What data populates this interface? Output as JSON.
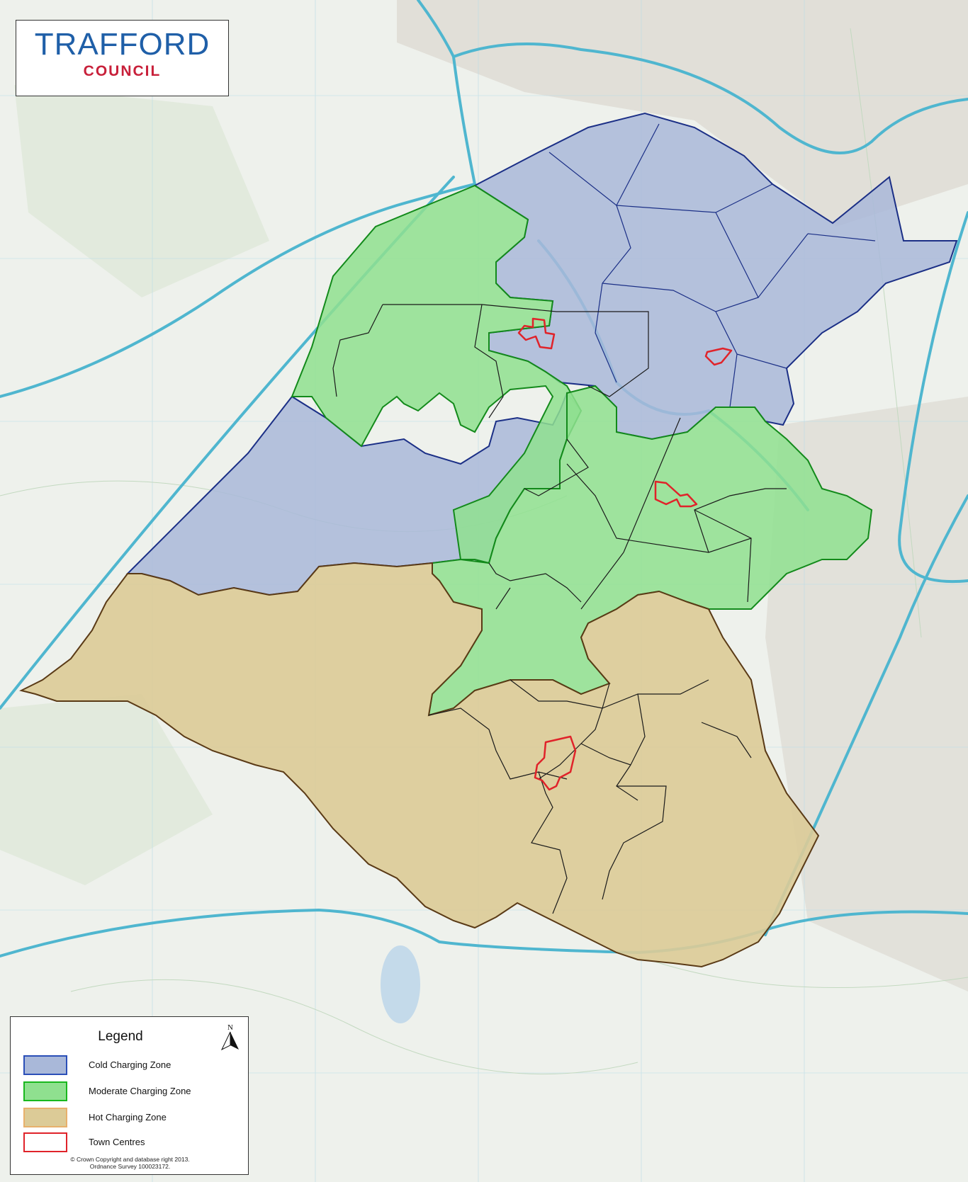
{
  "logo": {
    "name": "TRAFFORD",
    "subname": "COUNCIL"
  },
  "legend": {
    "title": "Legend",
    "north_label": "N",
    "items": [
      {
        "label": "Cold Charging Zone",
        "fill": "#a9b8d9",
        "stroke": "#2b4fb8"
      },
      {
        "label": "Moderate Charging Zone",
        "fill": "#8fe08f",
        "stroke": "#19b81e"
      },
      {
        "label": "Hot Charging Zone",
        "fill": "#dccb97",
        "stroke": "#e8b06c"
      },
      {
        "label": "Town Centres",
        "fill": "#ffffff",
        "stroke": "#e0232a"
      }
    ],
    "copyright_line1": "© Crown Copyright and database right 2013.",
    "copyright_line2": "Ordnance Survey 100023172."
  },
  "colors": {
    "cold_zone": "#a9b8d9",
    "moderate_zone": "#8fe08f",
    "hot_zone": "#dccb97",
    "town_centre": "#e0232a",
    "motorway": "#4fb6cf",
    "base_map": "#eef1ec"
  }
}
